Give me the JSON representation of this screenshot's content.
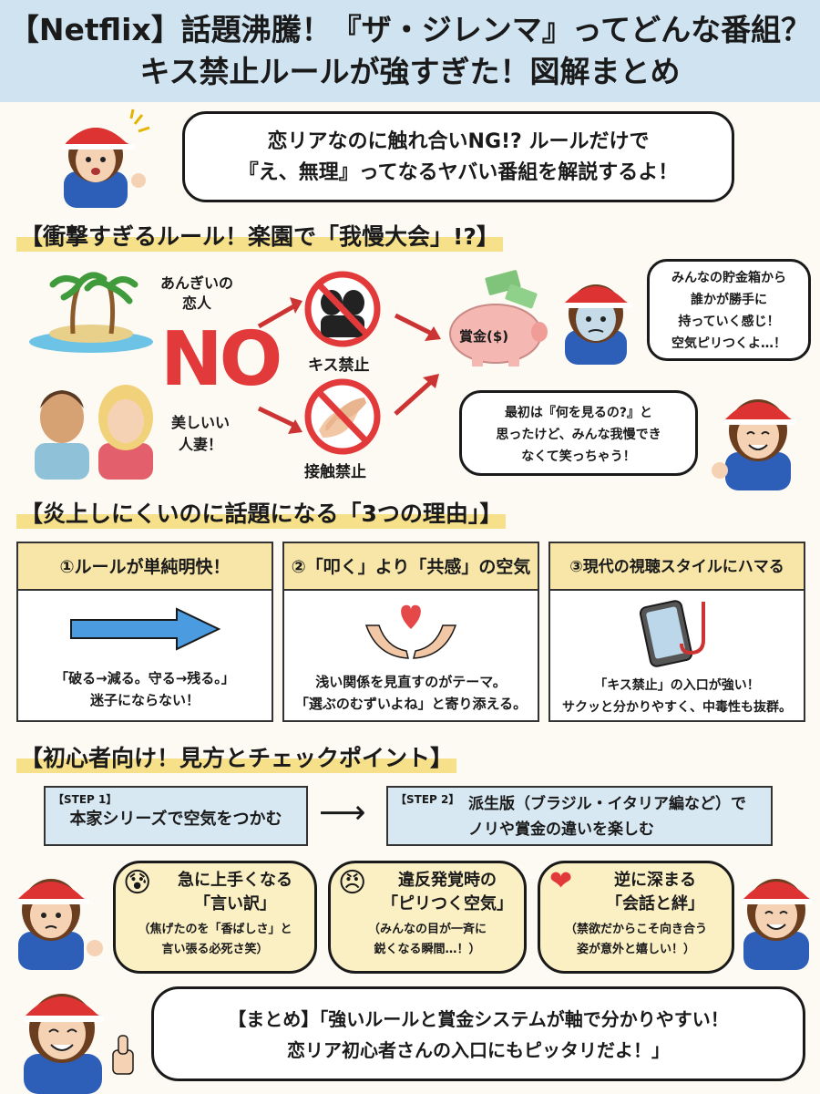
{
  "title": {
    "line1": "【Netflix】話題沸騰！『ザ・ジレンマ』ってどんな番組？",
    "line2": "キス禁止ルールが強すぎた！図解まとめ"
  },
  "intro": {
    "line1": "恋リアなのに触れ合いNG!? ルールだけで",
    "line2": "『え、無理』ってなるヤバい番組を解説するよ！"
  },
  "section1": {
    "heading": "【衝撃すぎるルール！楽園で「我慢大会」!?】",
    "label_couple": [
      "あんぎいの",
      "恋人"
    ],
    "label_beauty": [
      "美しいい",
      "人妻！"
    ],
    "no_text": "NO",
    "kiss_ban": "キス禁止",
    "touch_ban": "接触禁止",
    "prize_label": "賞金($)",
    "bubble_right": [
      "みんなの貯金箱から",
      "誰かが勝手に",
      "持っていく感じ！",
      "空気ピリつくよ…！"
    ],
    "bubble_laugh": [
      "最初は『何を見るの?』と",
      "思ったけど、みんな我慢でき",
      "なくて笑っちゃう！"
    ]
  },
  "section2": {
    "heading": "【炎上しにくいのに話題になる「3つの理由」】",
    "cards": [
      {
        "title": "①ルールが単純明快！",
        "lines": [
          "「破る→減る。守る→残る。」",
          "迷子にならない！"
        ]
      },
      {
        "title": "②「叩く」より「共感」の空気",
        "lines": [
          "浅い関係を見直すのがテーマ。",
          "「選ぶのむずいよね」と寄り添える。"
        ]
      },
      {
        "title": "③現代の視聴スタイルにハマる",
        "lines": [
          "「キス禁止」の入口が強い！",
          "サクッと分かりやすく、中毒性も抜群。"
        ]
      }
    ]
  },
  "section3": {
    "heading": "【初心者向け！見方とチェックポイント】",
    "step1": {
      "tag": "【STEP 1】",
      "text": "本家シリーズで空気をつかむ"
    },
    "arrow": "⟶",
    "step2": {
      "tag": "【STEP 2】",
      "line1": "派生版（ブラジル・イタリア編など）で",
      "line2": "ノリや賞金の違いを楽しむ"
    },
    "points": [
      {
        "icon": "😰",
        "title1": "急に上手くなる",
        "title2": "「言い訳」",
        "sub1": "（焦げたのを「香ばしさ」と",
        "sub2": "言い張る必死さ笑）"
      },
      {
        "icon": "😠",
        "title1": "違反発覚時の",
        "title2": "「ピリつく空気」",
        "sub1": "（みんなの目が一斉に",
        "sub2": "鋭くなる瞬間…！）"
      },
      {
        "icon": "❤",
        "title1": "逆に深まる",
        "title2": "「会話と絆」",
        "sub1": "（禁欲だからこそ向き合う",
        "sub2": "姿が意外と嬉しい！）"
      }
    ]
  },
  "summary": {
    "line1": "【まとめ】「強いルールと賞金システムが軸で分かりやすい！",
    "line2": "恋リア初心者さんの入口にもピッタリだよ！」"
  },
  "colors": {
    "title_band": "#cfe3f0",
    "highlight": "#f6e08a",
    "card_head": "#f7e6a8",
    "step_box": "#d7e8f3",
    "no_red": "#e23a3a",
    "arrow_blue": "#4b9be0"
  }
}
